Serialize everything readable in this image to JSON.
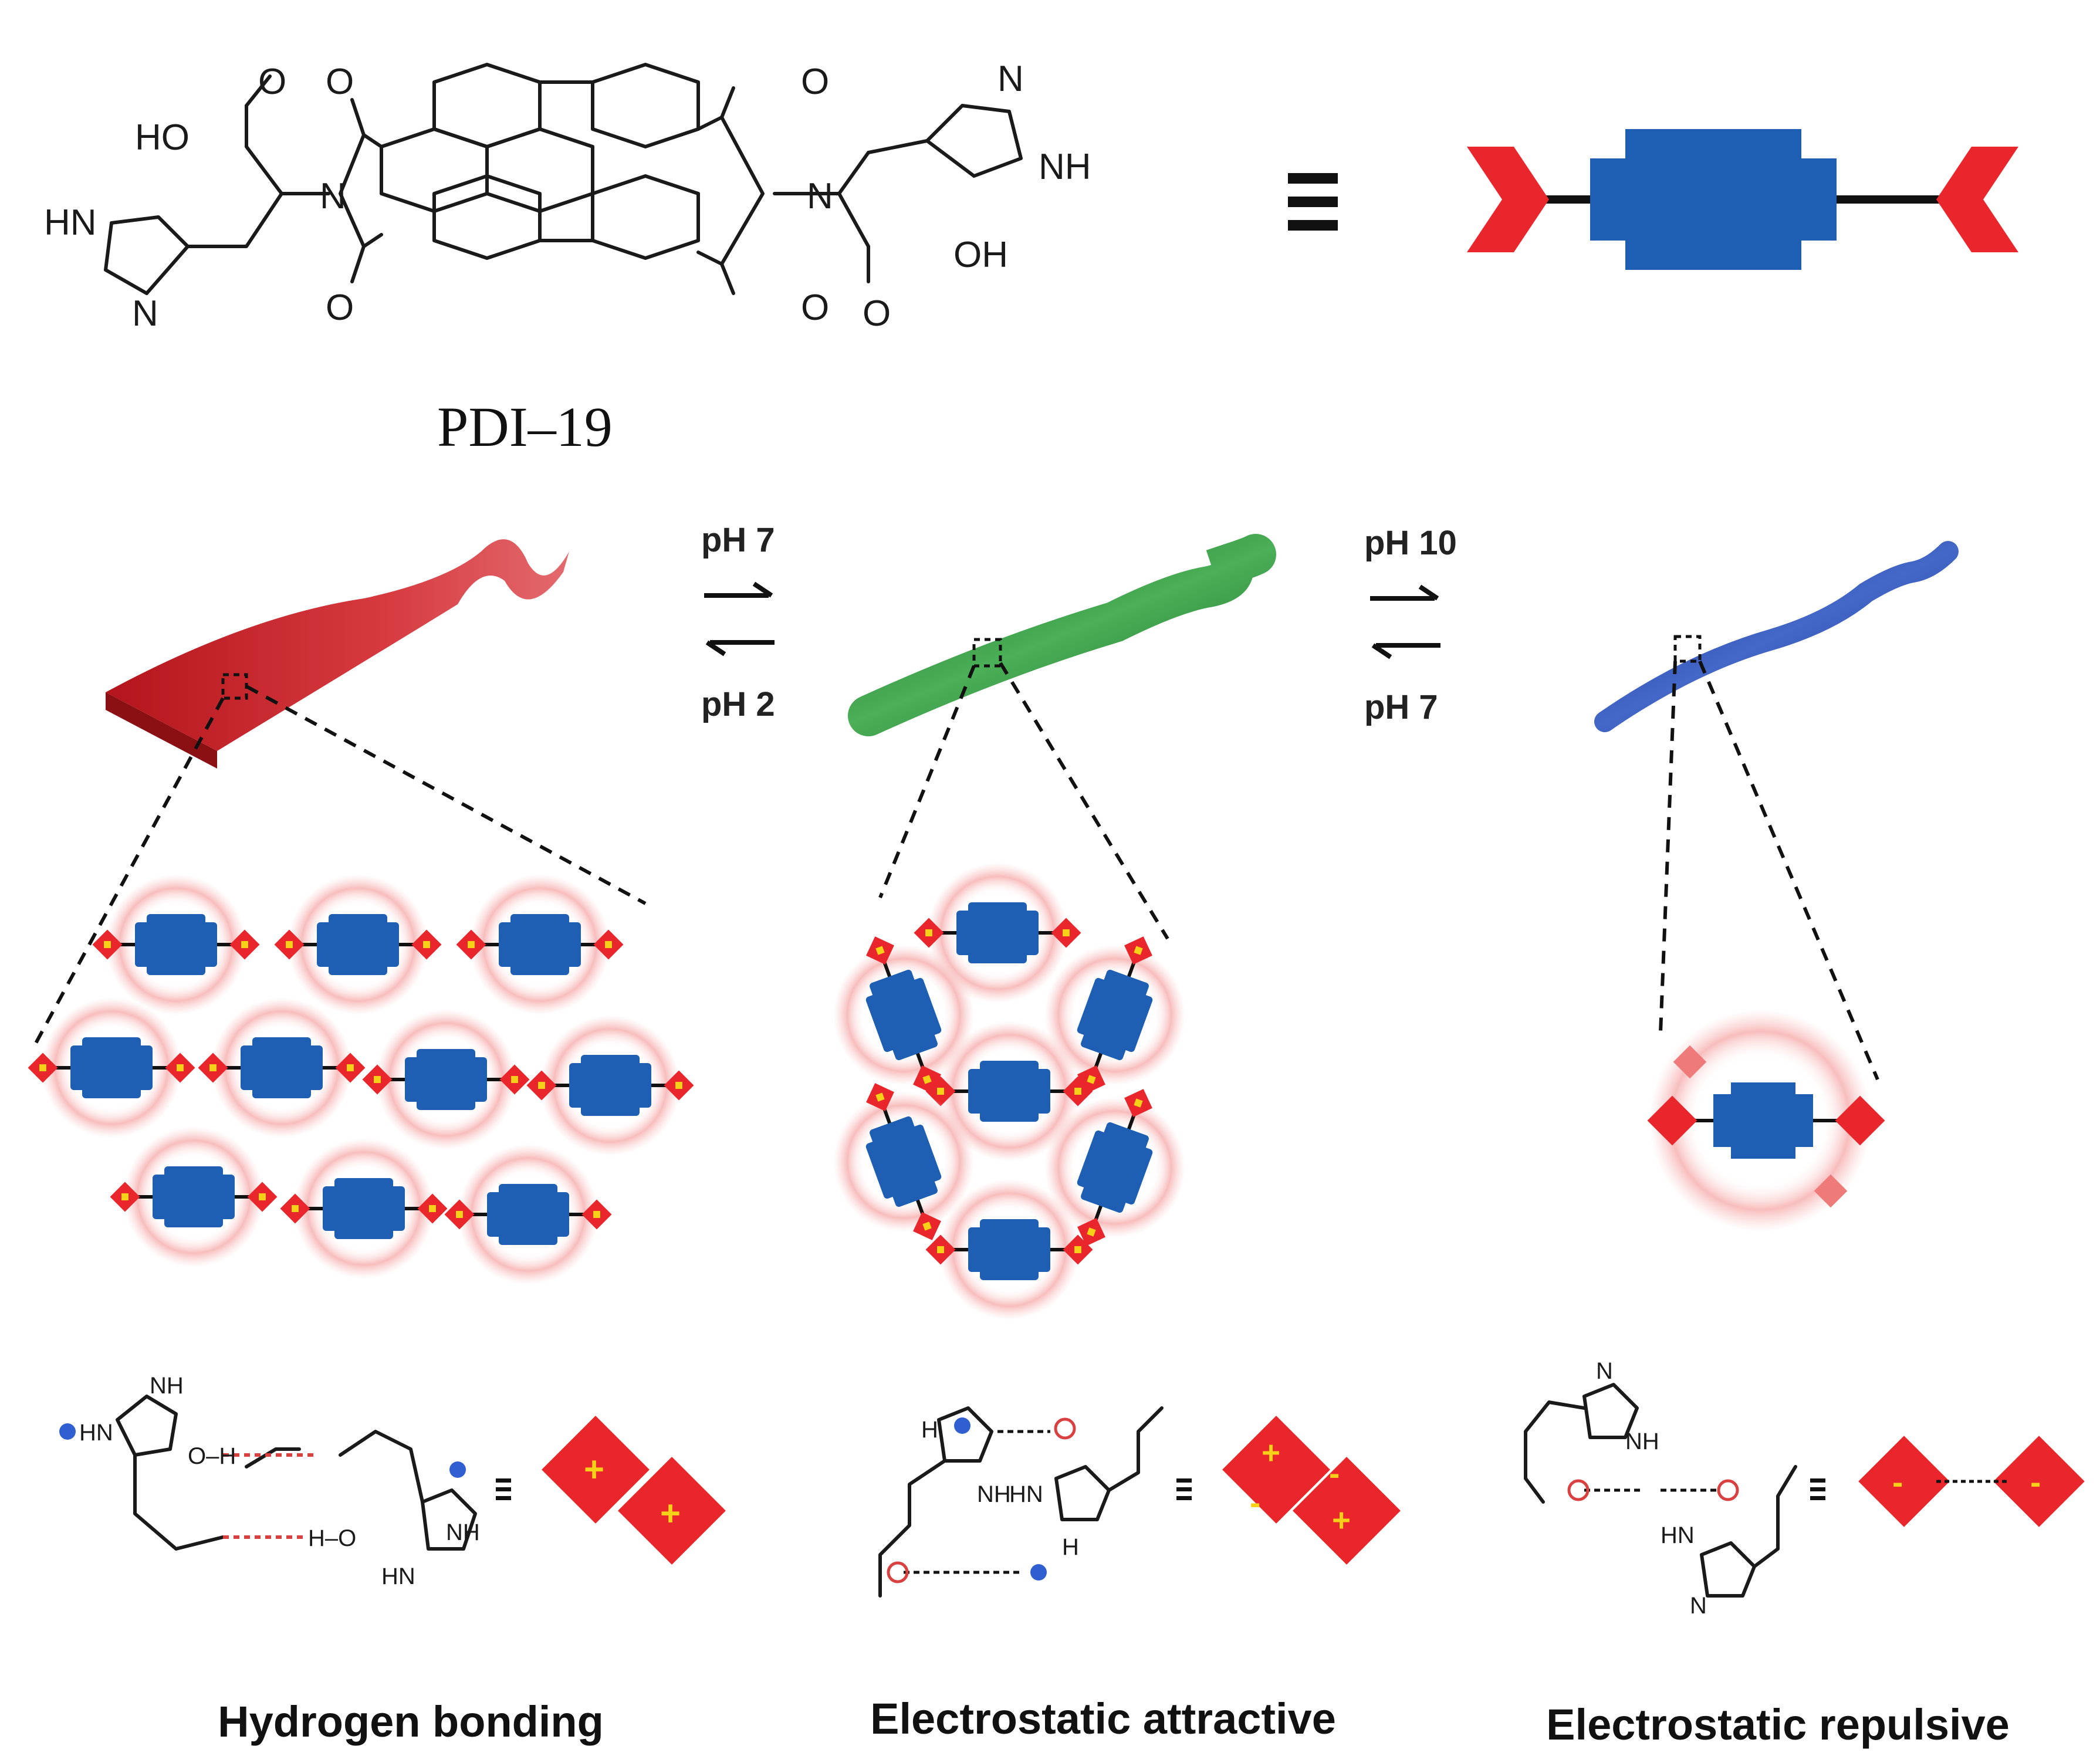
{
  "compound": {
    "name": "PDI–19"
  },
  "structure_labels": {
    "cooh_top": "HO",
    "o": "O",
    "n": "N",
    "nh": "NH",
    "hn": "HN",
    "oh": "OH"
  },
  "equiv_symbol": "≡",
  "conditions": {
    "step1_forward": "pH 7",
    "step1_reverse": "pH 2",
    "step2_forward": "pH 10",
    "step2_reverse": "pH 7"
  },
  "interactions": [
    {
      "caption": "Hydrogen bonding"
    },
    {
      "caption": "Electrostatic attractive"
    },
    {
      "caption": "Electrostatic repulsive"
    }
  ],
  "mini_labels": {
    "oh_h": "O–H",
    "h_o": "H–O",
    "hn_plus": "HN",
    "nh": "NH",
    "h": "H",
    "n": "N"
  },
  "colors": {
    "headgroup_red": "#e8262b",
    "core_blue": "#1f5fb3",
    "ribbon_red": "#c0252a",
    "tube_green": "#2e8a3a",
    "tube_blue": "#2545a8",
    "charge_yellow": "#f7d117",
    "plus_blue": "#2f5fd0"
  },
  "icons": [
    "equivalence-icon",
    "forward-arrow-icon",
    "reverse-arrow-icon"
  ]
}
